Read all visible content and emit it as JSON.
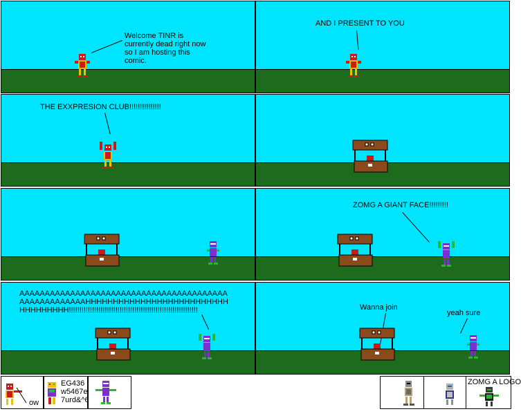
{
  "panels": [
    {
      "bubble": "Welcome TINR is\ncurrently dead right now\nso I am hosting this\ncomic."
    },
    {
      "bubble": "AND I PRESENT TO YOU"
    },
    {
      "bubble": "THE EXXPRESION CLUB!!!!!!!!!!!!!!!"
    },
    {
      "bubble": ""
    },
    {
      "bubble": ""
    },
    {
      "bubble": "ZOMG A GIANT FACE!!!!!!!!!"
    },
    {
      "bubble": "AAAAAAAAAAAAAAAAAAAAAAAAAAAAAAAAAAAAAAAAA\nAAAAAAAAAAAAAHHHHHHHHHHHHHHHHHHHHHHHHHH\nHHHHHHHHH!!!!!!!!!!!!!!!!!!!!!!!!!!!!!!!!!!!!!!!!!!!!!!!!!!!!!!!!!!!!!"
    },
    {
      "bubble": "Wanna join",
      "bubble2": "yeah sure"
    }
  ],
  "strip": {
    "ow": "ow",
    "credit": "EG436\nw5467e\n7urd&^6",
    "logo": "ZOMG A LOGO"
  },
  "colors": {
    "sky": "#00e5ff",
    "ground": "#1e6b1e",
    "red_fig": "#cc1a1a",
    "purple_fig": "#7b2fd0",
    "stand": "#8b4a1c"
  }
}
